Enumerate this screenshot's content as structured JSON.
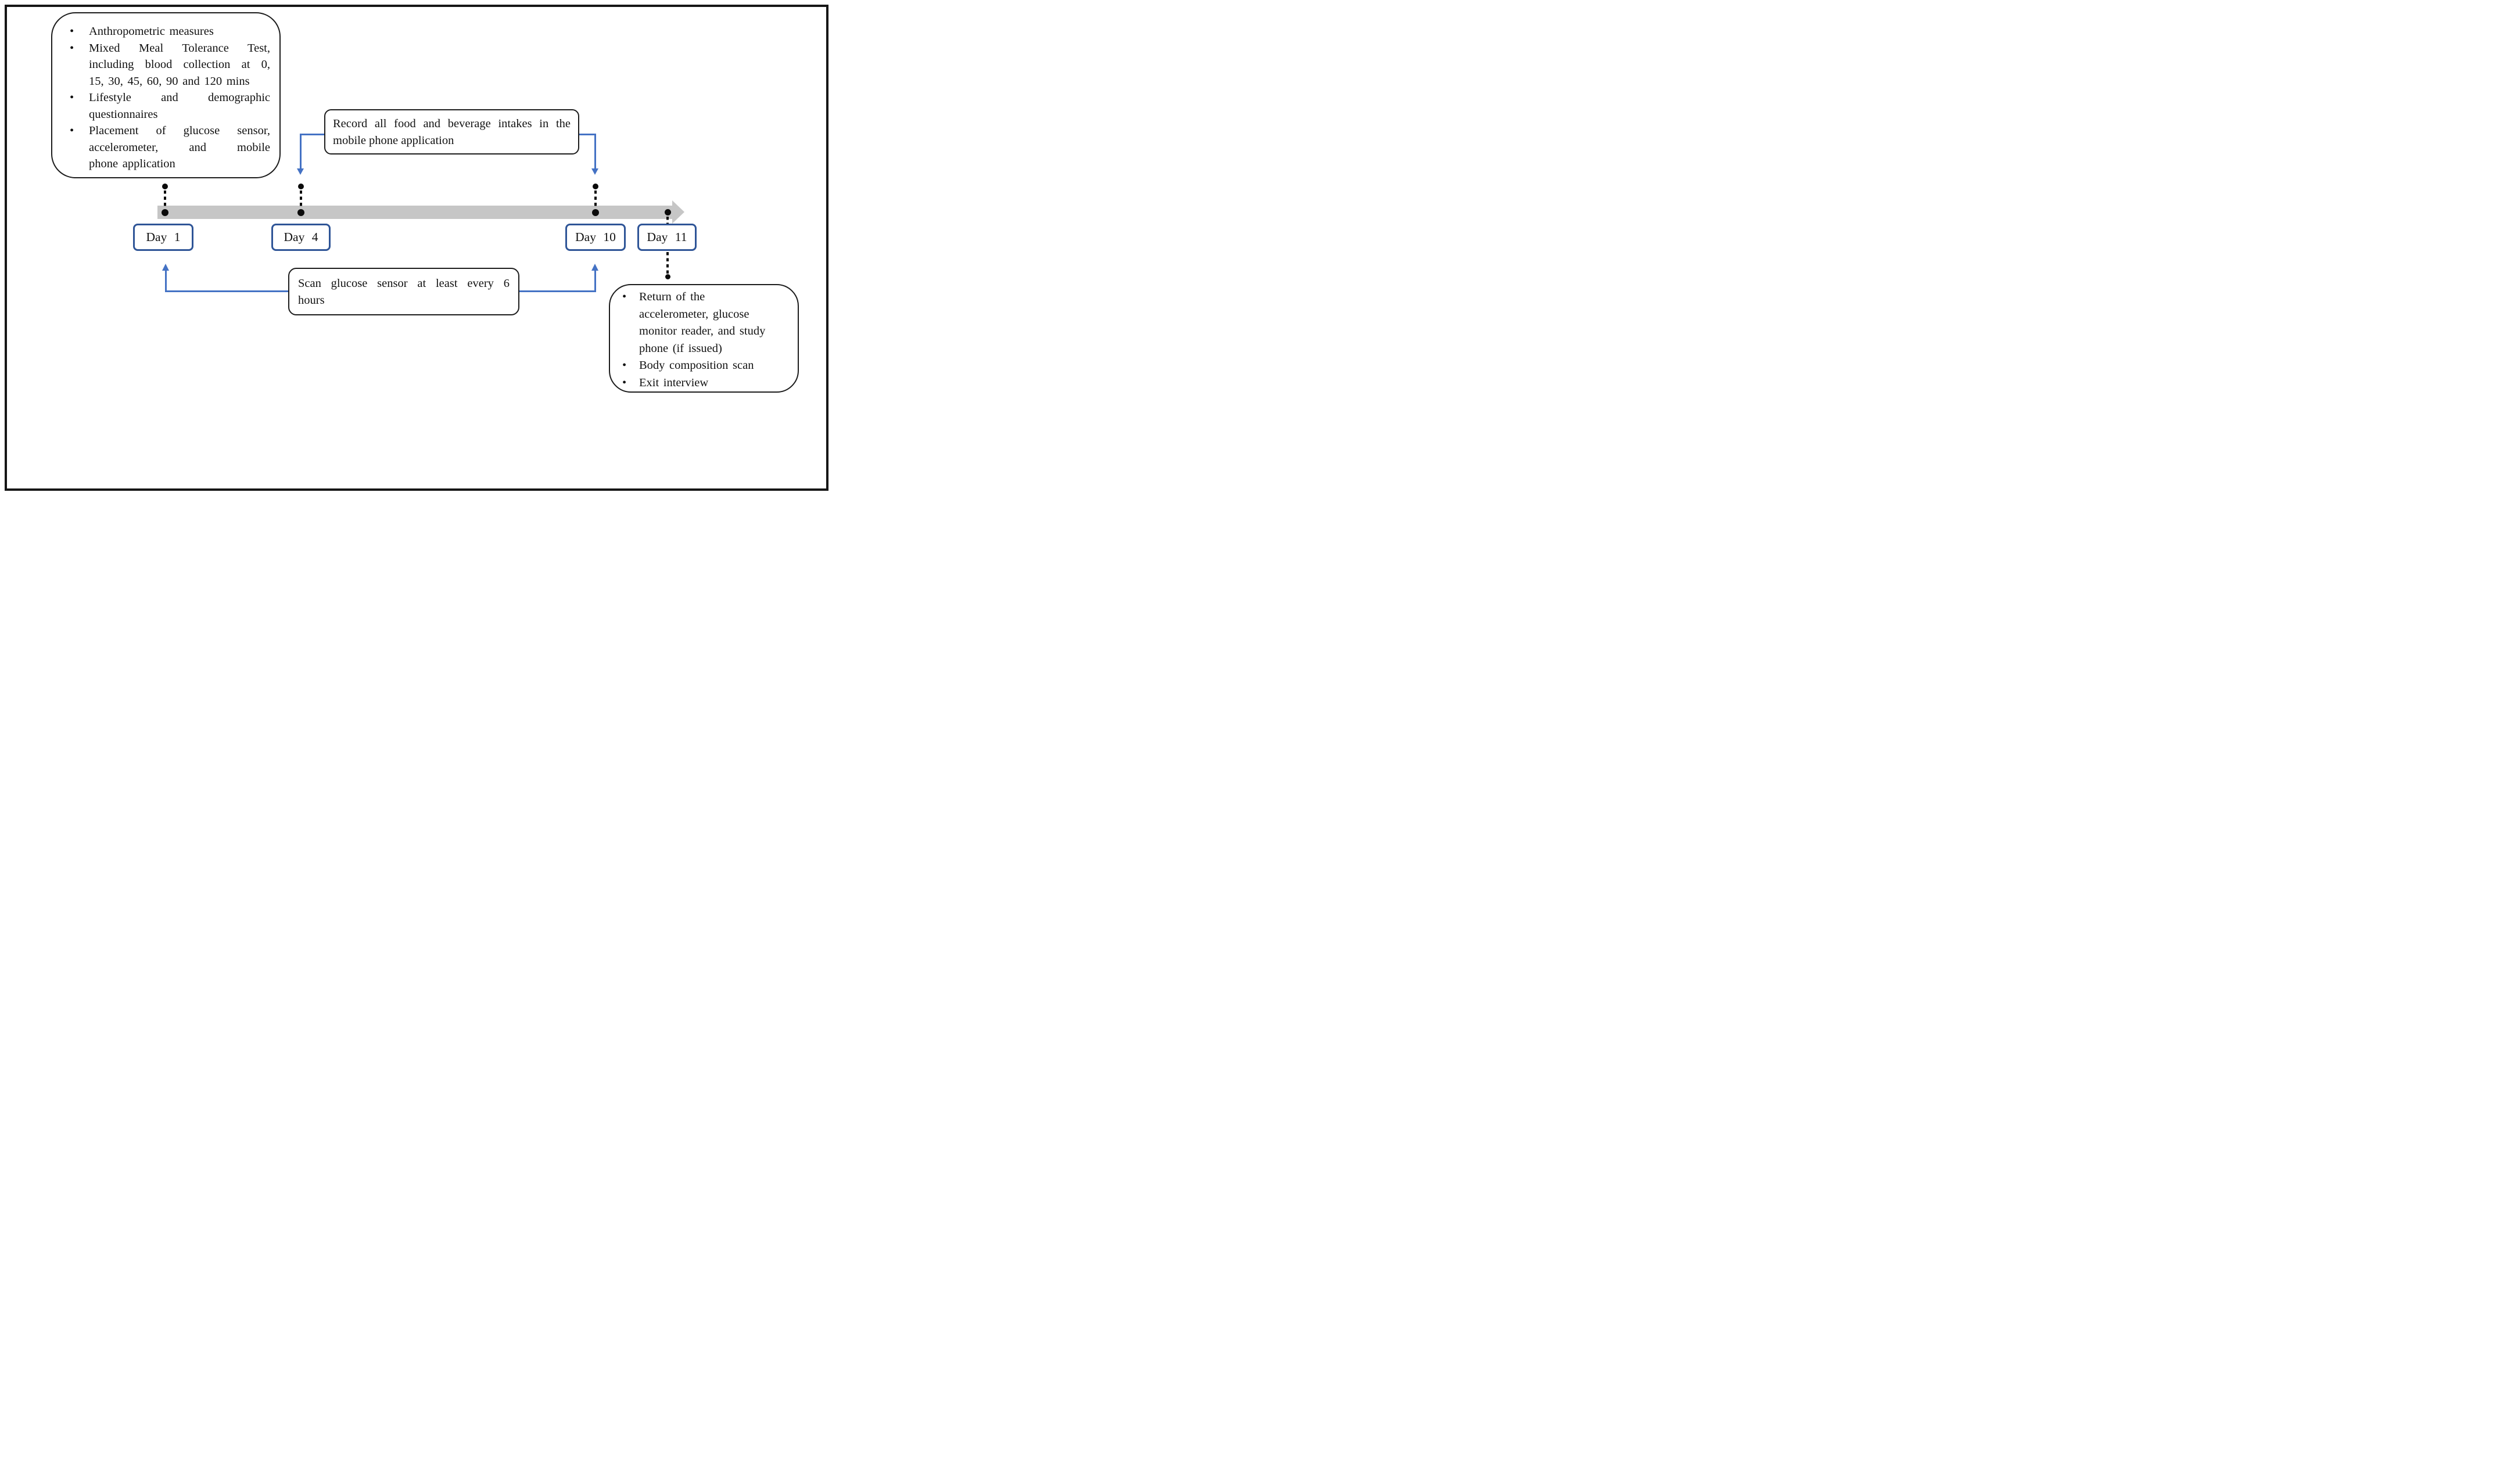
{
  "callout_day1": {
    "bullets": [
      [
        "Anthropometric measures"
      ],
      [
        "Mixed Meal Tolerance Test,",
        "including blood collection at 0,",
        "15, 30, 45, 60, 90 and 120 mins"
      ],
      [
        "Lifestyle and demographic",
        "questionnaires"
      ],
      [
        "Placement of glucose sensor,",
        "accelerometer, and mobile",
        "phone application"
      ]
    ]
  },
  "callout_record": {
    "lines": [
      "Record all food and beverage intakes in the",
      "mobile phone application"
    ]
  },
  "callout_scan": {
    "lines": [
      "Scan glucose sensor at least every 6",
      "hours"
    ]
  },
  "callout_day11": {
    "bullets": [
      [
        "Return of the",
        "accelerometer, glucose",
        "monitor reader, and study",
        "phone (if issued)"
      ],
      [
        "Body composition scan"
      ],
      [
        "Exit interview"
      ]
    ]
  },
  "timeline": {
    "days": [
      {
        "label": "Day 1"
      },
      {
        "label": "Day 4"
      },
      {
        "label": "Day 10"
      },
      {
        "label": "Day 11"
      }
    ]
  },
  "colors": {
    "accent_blue": "#4472C4",
    "day_box_border_blue": "#2F5597",
    "timeline_gray": "#C6C6C6",
    "ink_black": "#111111"
  }
}
